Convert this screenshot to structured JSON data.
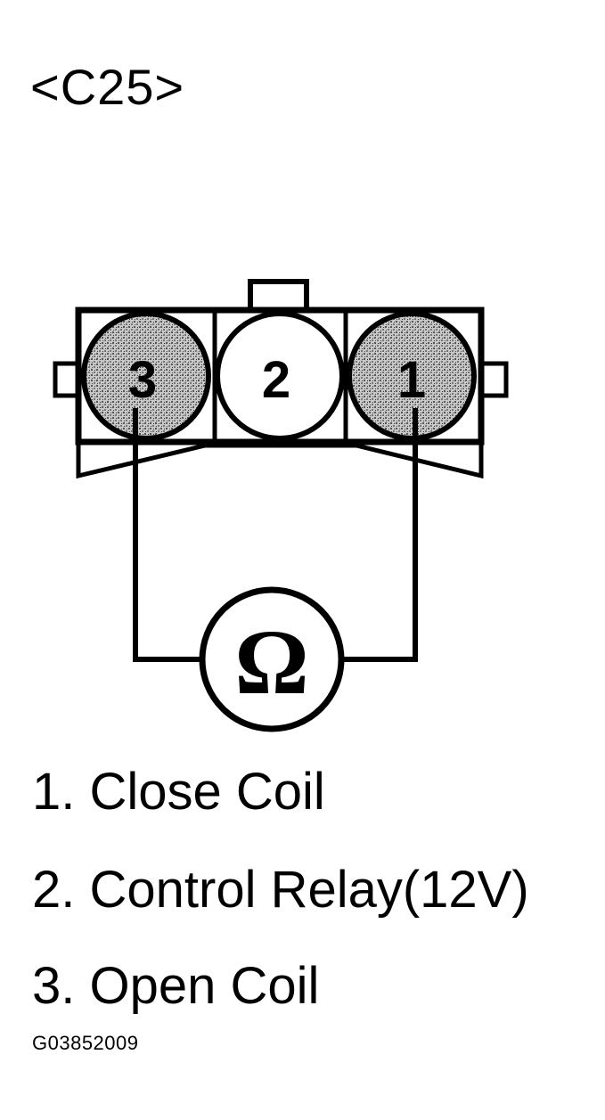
{
  "connector": {
    "id": "<C25>"
  },
  "terminals": [
    {
      "number": "3",
      "shaded": true
    },
    {
      "number": "2",
      "shaded": false
    },
    {
      "number": "1",
      "shaded": true
    }
  ],
  "meter": {
    "symbol": "Ω"
  },
  "legend": [
    {
      "text": "1. Close Coil"
    },
    {
      "text": "2. Control Relay(12V)"
    },
    {
      "text": "3. Open Coil"
    }
  ],
  "figure_code": "G03852009"
}
